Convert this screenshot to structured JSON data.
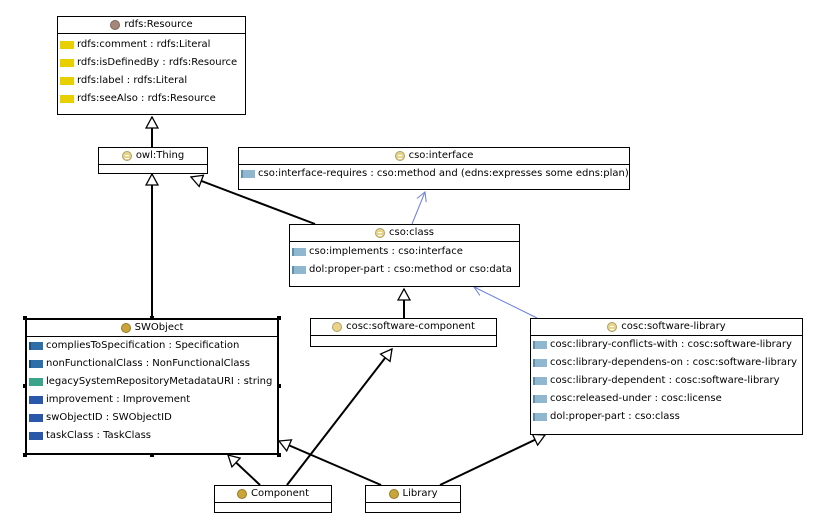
{
  "classes": {
    "rdfs_resource": {
      "name": "rdfs:Resource",
      "attributes": [
        {
          "name": "rdfs:comment",
          "type": ": rdfs:Literal",
          "icon": "yellow-property-icon"
        },
        {
          "name": "rdfs:isDefinedBy",
          "type": ": rdfs:Resource",
          "icon": "yellow-property-icon"
        },
        {
          "name": "rdfs:label",
          "type": ": rdfs:Literal",
          "icon": "yellow-property-icon"
        },
        {
          "name": "rdfs:seeAlso",
          "type": ": rdfs:Resource",
          "icon": "yellow-property-icon"
        }
      ]
    },
    "owl_thing": {
      "name": "owl:Thing"
    },
    "cso_interface": {
      "name": "cso:interface",
      "attributes": [
        {
          "name": "cso:interface-requires",
          "type": ": cso:method and (edns:expresses some edns:plan)",
          "icon": "object-property-icon"
        }
      ]
    },
    "cso_class": {
      "name": "cso:class",
      "attributes": [
        {
          "name": "cso:implements",
          "type": ": cso:interface",
          "icon": "object-property-icon"
        },
        {
          "name": "dol:proper-part",
          "type": ": cso:method or cso:data",
          "icon": "object-property-icon"
        }
      ]
    },
    "swobject": {
      "name": "SWObject",
      "attributes": [
        {
          "name": "compliesToSpecification",
          "type": ": Specification",
          "icon": "object-property-icon"
        },
        {
          "name": "nonFunctionalClass",
          "type": ": NonFunctionalClass",
          "icon": "object-property-icon"
        },
        {
          "name": "legacySystemRepositoryMetadataURI",
          "type": ": string",
          "icon": "datatype-property-icon"
        },
        {
          "name": "improvement",
          "type": ": Improvement",
          "icon": "navy-property-icon"
        },
        {
          "name": "swObjectID",
          "type": ": SWObjectID",
          "icon": "navy-property-icon"
        },
        {
          "name": "taskClass",
          "type": ": TaskClass",
          "icon": "navy-property-icon"
        }
      ]
    },
    "cosc_software_component": {
      "name": "cosc:software-component"
    },
    "cosc_software_library": {
      "name": "cosc:software-library",
      "attributes": [
        {
          "name": "cosc:library-conflicts-with",
          "type": ": cosc:software-library",
          "icon": "object-property-icon"
        },
        {
          "name": "cosc:library-dependens-on",
          "type": ": cosc:software-library",
          "icon": "object-property-icon"
        },
        {
          "name": "cosc:library-dependent",
          "type": ": cosc:software-library",
          "icon": "object-property-icon"
        },
        {
          "name": "cosc:released-under",
          "type": ": cosc:license",
          "icon": "object-property-icon"
        },
        {
          "name": "dol:proper-part",
          "type": ": cso:class",
          "icon": "object-property-icon"
        }
      ]
    },
    "component": {
      "name": "Component"
    },
    "library": {
      "name": "Library"
    }
  },
  "colors": {
    "inheritance_edge": "#000000",
    "association_edge": "#6f7fdc",
    "yellow_property": "#e8d000",
    "object_property": "#8fb8d0"
  }
}
